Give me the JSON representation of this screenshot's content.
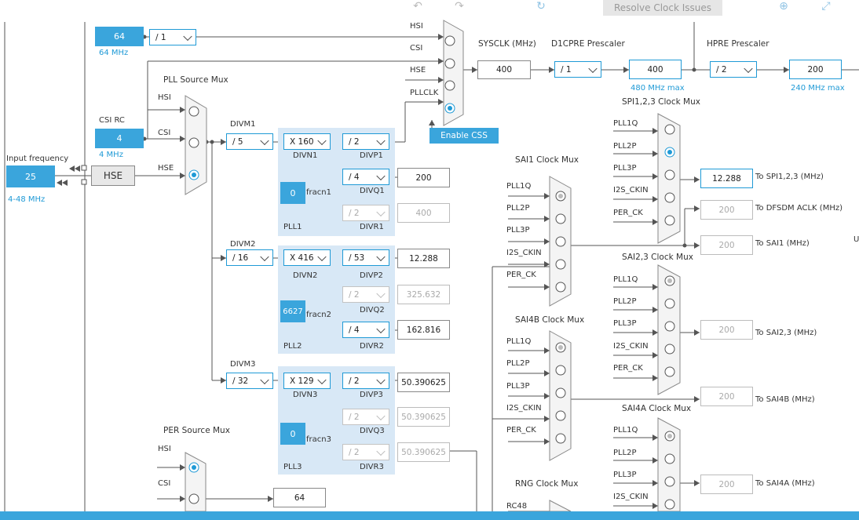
{
  "toolbar": {
    "undo_icon": "undo-icon",
    "redo_icon": "redo-icon",
    "refresh_icon": "refresh-icon",
    "resolve_label": "Resolve Clock Issues",
    "zoom_icon": "zoom-in-icon",
    "fit_icon": "fit-to-window-icon"
  },
  "inputs": {
    "hsi_value": "64",
    "hsi_freq": "64 MHz",
    "hsi_div": "/ 1",
    "csi_title": "CSI RC",
    "csi_value": "4",
    "csi_freq": "4 MHz",
    "input_freq_label": "Input frequency",
    "input_freq_value": "25",
    "input_freq_range": "4-48 MHz",
    "hse_label": "HSE"
  },
  "pll_source_mux": {
    "title": "PLL Source Mux",
    "in_hsi": "HSI",
    "in_csi": "CSI",
    "in_hse": "HSE"
  },
  "sysclk_mux": {
    "in_hsi": "HSI",
    "in_csi": "CSI",
    "in_hse": "HSE",
    "in_pll": "PLLCLK",
    "enable_css": "Enable CSS"
  },
  "sysclk": {
    "title": "SYSCLK (MHz)",
    "value": "400"
  },
  "d1cpre": {
    "title": "D1CPRE Prescaler",
    "value": "/ 1",
    "out": "400",
    "max": "480 MHz max"
  },
  "hpre": {
    "title": "HPRE Prescaler",
    "value": "/ 2",
    "out": "200",
    "max": "240 MHz max"
  },
  "pll1": {
    "divm_label": "DIVM1",
    "divm": "/ 5",
    "divn": "X 160",
    "divn_label": "DIVN1",
    "fracn": "0",
    "fracn_label": "fracn1",
    "divp": "/ 2",
    "divp_label": "DIVP1",
    "divq": "/ 4",
    "divq_label": "DIVQ1",
    "divq_out": "200",
    "divr": "/ 2",
    "divr_label": "DIVR1",
    "divr_out": "400",
    "name": "PLL1"
  },
  "pll2": {
    "divm_label": "DIVM2",
    "divm": "/ 16",
    "divn": "X 416",
    "divn_label": "DIVN2",
    "fracn": "6627",
    "fracn_label": "fracn2",
    "divp": "/ 53",
    "divp_label": "DIVP2",
    "divp_out": "12.288",
    "divq": "/ 2",
    "divq_label": "DIVQ2",
    "divq_out": "325.632",
    "divr": "/ 4",
    "divr_label": "DIVR2",
    "divr_out": "162.816",
    "name": "PLL2"
  },
  "pll3": {
    "divm_label": "DIVM3",
    "divm": "/ 32",
    "divn": "X 129",
    "divn_label": "DIVN3",
    "fracn": "0",
    "fracn_label": "fracn3",
    "divp": "/ 2",
    "divp_label": "DIVP3",
    "divp_out": "50.390625",
    "divq": "/ 2",
    "divq_label": "DIVQ3",
    "divq_out": "50.390625",
    "divr": "/ 2",
    "divr_label": "DIVR3",
    "divr_out": "50.390625",
    "name": "PLL3"
  },
  "per_mux": {
    "title": "PER Source Mux",
    "in_hsi": "HSI",
    "in_csi": "CSI",
    "out": "64"
  },
  "spi_mux": {
    "title": "SPI1,2,3 Clock Mux",
    "in": [
      "PLL1Q",
      "PLL2P",
      "PLL3P",
      "I2S_CKIN",
      "PER_CK"
    ],
    "out": "12.288",
    "out_label": "To SPI1,2,3 (MHz)",
    "dfsdm_out": "200",
    "dfsdm_label": "To DFSDM ACLK (MHz)"
  },
  "sai1_mux": {
    "title": "SAI1 Clock Mux",
    "in": [
      "PLL1Q",
      "PLL2P",
      "PLL3P",
      "I2S_CKIN",
      "PER_CK"
    ],
    "out": "200",
    "out_label": "To SAI1 (MHz)"
  },
  "sai23_mux": {
    "title": "SAI2,3 Clock Mux",
    "in": [
      "PLL1Q",
      "PLL2P",
      "PLL3P",
      "I2S_CKIN",
      "PER_CK"
    ],
    "out": "200",
    "out_label": "To SAI2,3 (MHz)"
  },
  "sai4b_mux": {
    "title": "SAI4B Clock Mux",
    "in": [
      "PLL1Q",
      "PLL2P",
      "PLL3P",
      "I2S_CKIN",
      "PER_CK"
    ],
    "out": "200",
    "out_label": "To SAI4B (MHz)"
  },
  "sai4a_mux": {
    "title": "SAI4A Clock Mux",
    "in": [
      "PLL1Q",
      "PLL2P",
      "PLL3P",
      "I2S_CKIN"
    ],
    "out": "200",
    "out_label": "To SAI4A (MHz)"
  },
  "rng_mux": {
    "title": "RNG Clock Mux",
    "in": [
      "RC48"
    ]
  },
  "edge_text": "U"
}
